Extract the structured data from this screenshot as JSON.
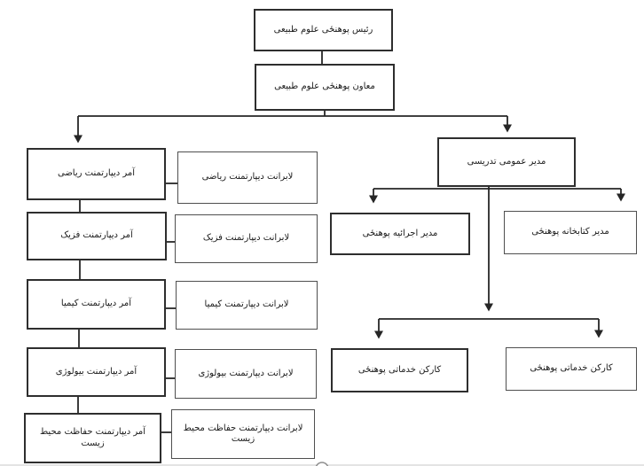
{
  "diagram": {
    "type": "org-chart",
    "language": "fa (Dari)",
    "colors": {
      "background": "#ffffff",
      "line": "#262626",
      "border_thick": "#2e2e2e",
      "border_thin": "#4f4f4f",
      "text": "#1a1a1a",
      "canvas_edge": "#b5b5b5"
    },
    "nodes": {
      "president": {
        "label": "رئیس پوهنځی علوم طبیعی"
      },
      "deputy": {
        "label": "معاون پوهنځی علوم طبیعی"
      },
      "amer_math": {
        "label": "آمر دیپارتمنت ریاضی"
      },
      "lab_math": {
        "label": "لابرانت دیپارتمنت ریاضی"
      },
      "amer_physics": {
        "label": "آمر دیپارتمنت فزیک"
      },
      "lab_physics": {
        "label": "لابرانت دیپارتمنت فزیک"
      },
      "amer_chemistry": {
        "label": "آمر دیپارتمنت کیمیا"
      },
      "lab_chemistry": {
        "label": "لابرانت دیپارتمنت کیمیا"
      },
      "amer_biology": {
        "label": "آمر دیپارتمنت بیولوژی"
      },
      "lab_biology": {
        "label": "لابرانت دیپارتمنت بیولوژی"
      },
      "amer_env": {
        "label": "آمر دیپارتمنت حفاظت محیط زیست"
      },
      "lab_env": {
        "label": "لابرانت دیپارتمنت حفاظت محیط زیست"
      },
      "director_teaching": {
        "label": "مدیر عمومی تدریسی"
      },
      "director_executive": {
        "label": "مدیر اجرائیه پوهنځی"
      },
      "director_library": {
        "label": "مدیر کتابخانه پوهنځی"
      },
      "worker_left": {
        "label": "کارکن خدماتی پوهنځی"
      },
      "worker_right": {
        "label": "کارکن خدماتی پوهنځی"
      }
    },
    "edges": [
      {
        "from": "president",
        "to": "deputy"
      },
      {
        "from": "deputy",
        "to": "amer_math",
        "arrow": true
      },
      {
        "from": "deputy",
        "to": "director_teaching",
        "arrow": true
      },
      {
        "from": "amer_math",
        "to": "lab_math"
      },
      {
        "from": "amer_math",
        "to": "amer_physics"
      },
      {
        "from": "amer_physics",
        "to": "lab_physics"
      },
      {
        "from": "amer_physics",
        "to": "amer_chemistry"
      },
      {
        "from": "amer_chemistry",
        "to": "lab_chemistry"
      },
      {
        "from": "amer_chemistry",
        "to": "amer_biology"
      },
      {
        "from": "amer_biology",
        "to": "lab_biology"
      },
      {
        "from": "amer_biology",
        "to": "amer_env"
      },
      {
        "from": "amer_env",
        "to": "lab_env"
      },
      {
        "from": "director_teaching",
        "to": "director_executive",
        "arrow": true
      },
      {
        "from": "director_teaching",
        "to": "director_library",
        "arrow": true
      },
      {
        "from": "director_teaching",
        "to": "worker_left",
        "arrow": true
      },
      {
        "from": "director_teaching",
        "to": "worker_right",
        "arrow": true
      }
    ]
  }
}
